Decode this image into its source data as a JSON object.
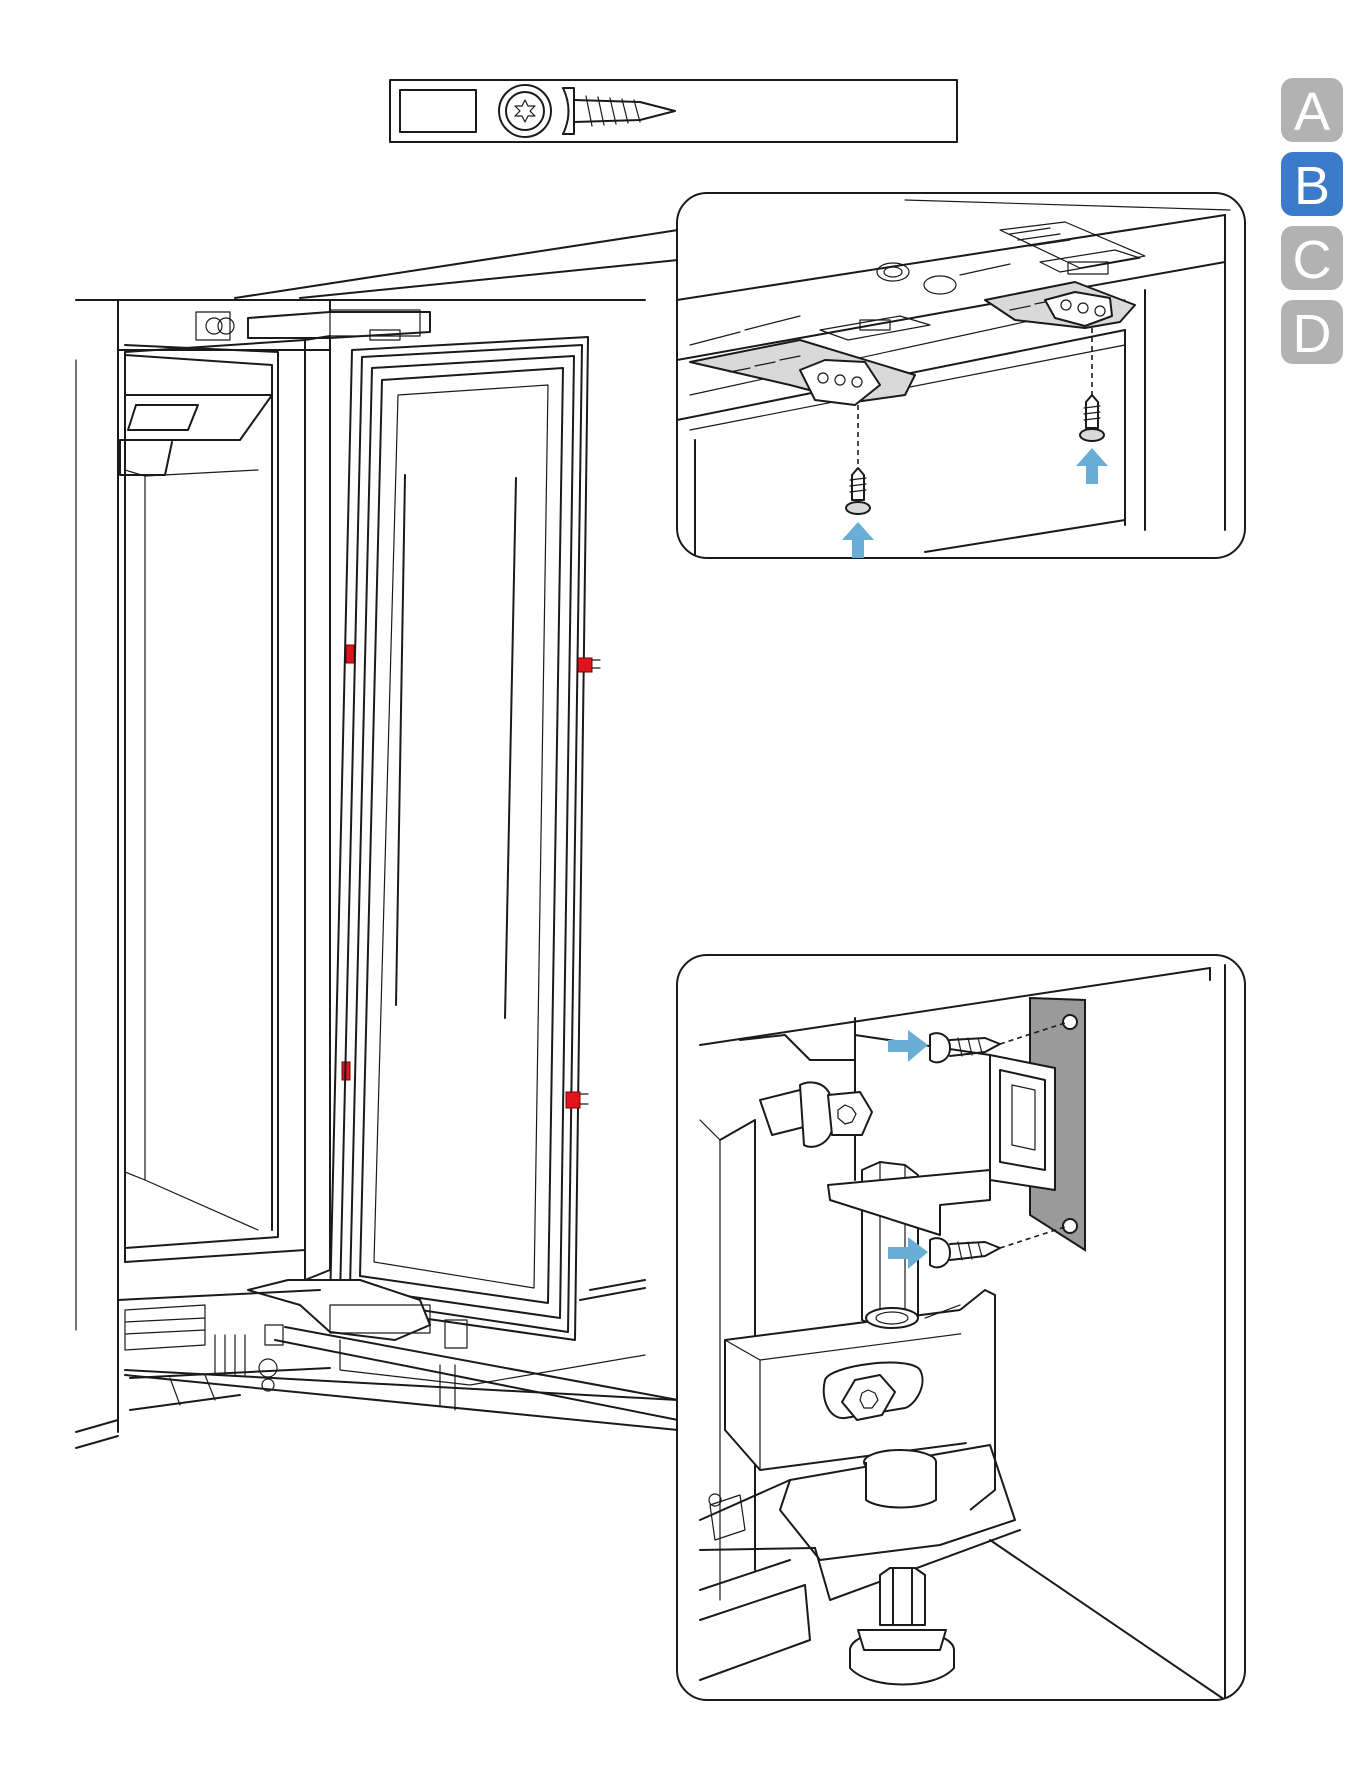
{
  "step_tabs": [
    {
      "letter": "A",
      "state": "inactive"
    },
    {
      "letter": "B",
      "state": "active"
    },
    {
      "letter": "C",
      "state": "inactive"
    },
    {
      "letter": "D",
      "state": "inactive"
    }
  ],
  "colors": {
    "tab_active": "#3b7bc9",
    "tab_inactive": "#b2b2b2",
    "arrow": "#6aaed6",
    "marker": "#e0141e"
  },
  "parts_box": {
    "quantity_field": "",
    "icons": [
      "torx-head-icon",
      "screw-icon"
    ]
  },
  "views": {
    "main": "refrigerator-door-open-view",
    "detail_top": "top-hinge-plate-screws-detail",
    "detail_bottom": "bottom-hinge-bracket-screws-detail"
  }
}
